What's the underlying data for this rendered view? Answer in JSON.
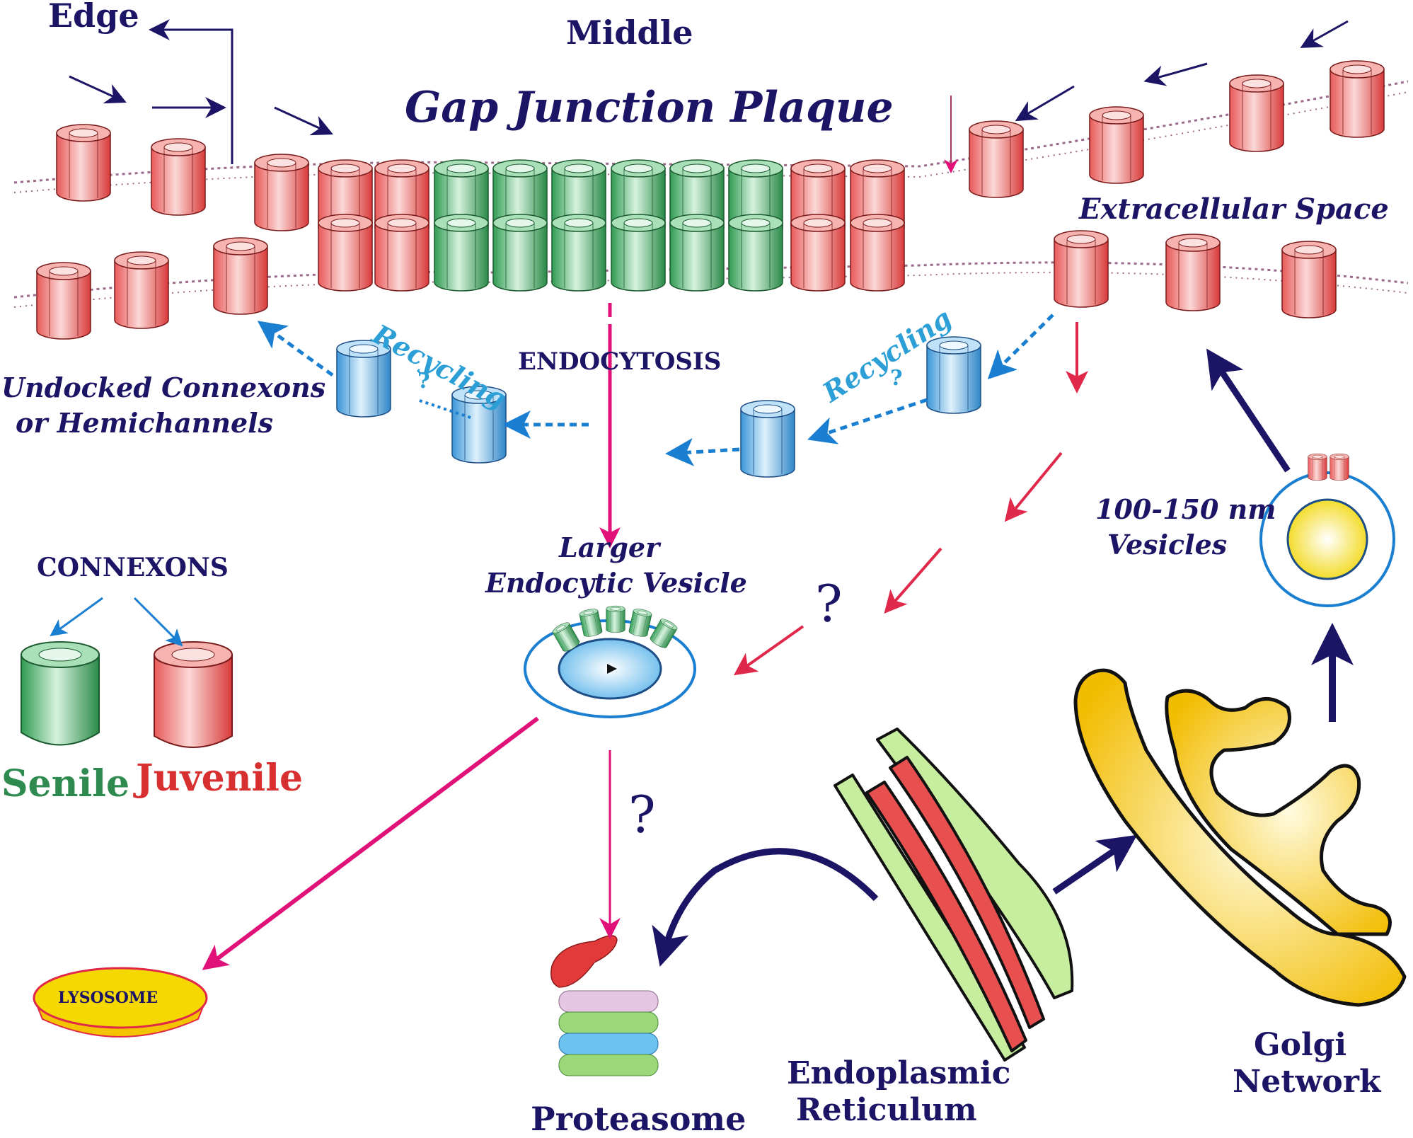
{
  "labels": {
    "edge": "Edge",
    "middle": "Middle",
    "plaque_title": "Gap Junction Plaque",
    "extracellular_space": "Extracellular Space",
    "recycling_left": "Recycling",
    "recycling_left_q": "?",
    "recycling_right": "Recycling",
    "recycling_right_q": "?",
    "endocytosis": "ENDOCYTOSIS",
    "undocked_line1": "Undocked Connexons",
    "undocked_line2": "or Hemichannels",
    "vesicle_size_line1": "100-150 nm",
    "vesicle_size_line2": "Vesicles",
    "larger_vesicle_line1": "Larger",
    "larger_vesicle_line2": "Endocytic Vesicle",
    "connexons": "CONNEXONS",
    "senile": "Senile",
    "juvenile": "Juvenile",
    "question_mid": "?",
    "question_lower": "?",
    "lysosome": "LYSOSOME",
    "proteasome": "Proteasome",
    "er_line1": "Endoplasmic",
    "er_line2": "Reticulum",
    "golgi_line1": "Golgi",
    "golgi_line2": "Network"
  },
  "colors": {
    "navy": "#1c1464",
    "red_channel": "#e04a4a",
    "green_channel": "#3caa5a",
    "blue_channel": "#4aa8e0",
    "magenta_arrow": "#e0127a",
    "crimson_arrow": "#e0284a",
    "recycling_blue": "#1a7fd0",
    "golgi_yellow": "#f5c400"
  },
  "icons": {
    "connexon": "cylinder-icon",
    "vesicle": "vesicle-icon",
    "lysosome": "lysosome-icon",
    "proteasome": "proteasome-icon",
    "er": "endoplasmic-reticulum-icon",
    "golgi": "golgi-icon"
  }
}
